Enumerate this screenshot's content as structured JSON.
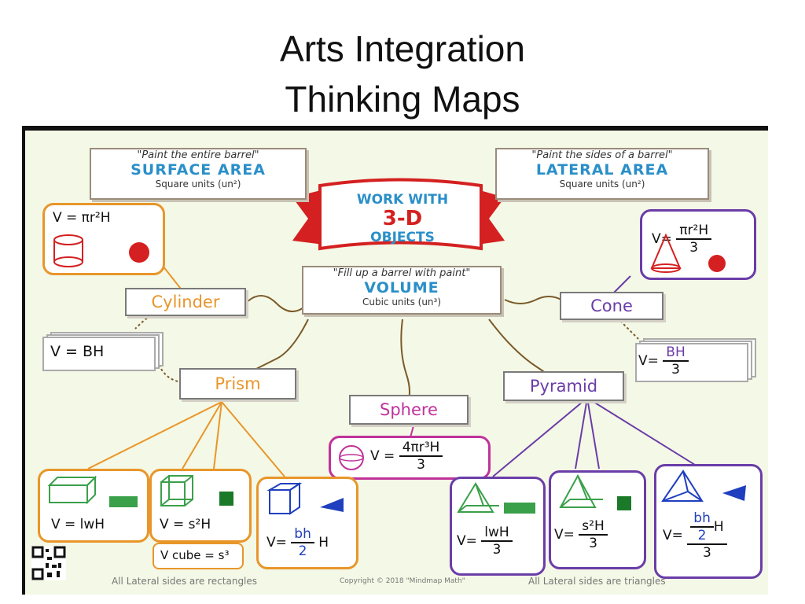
{
  "slide": {
    "title_line1": "Arts Integration",
    "title_line2": "Thinking Maps"
  },
  "center": {
    "line1": "WORK WITH",
    "line2": "3-D",
    "line3": "OBJECTS"
  },
  "surface_area": {
    "quote": "\"Paint the entire barrel\"",
    "title": "SURFACE AREA",
    "units": "Square units (un²)"
  },
  "lateral_area": {
    "quote": "\"Paint the sides of a barrel\"",
    "title": "LATERAL AREA",
    "units": "Square units (un²)"
  },
  "volume": {
    "quote": "\"Fill up a barrel with paint\"",
    "title": "VOLUME",
    "units": "Cubic units (un³)"
  },
  "cylinder": {
    "label": "Cylinder",
    "formula": "V = πr²H"
  },
  "cone": {
    "label": "Cone",
    "formula_lhs": "V=",
    "formula_num": "πr²H",
    "formula_den": "3"
  },
  "prism": {
    "label": "Prism",
    "card_formula": "V = BH",
    "rect_formula": "V = lwH",
    "cube_formula": "V = s²H",
    "cube_extra": "V cube = s³",
    "tri_lhs": "V=",
    "tri_num": "bh",
    "tri_den": "2",
    "tri_tail": "H",
    "footer": "All Lateral sides are rectangles"
  },
  "sphere": {
    "label": "Sphere",
    "formula_lhs": "V =",
    "formula_num": "4πr³H",
    "formula_den": "3"
  },
  "pyramid": {
    "label": "Pyramid",
    "card_lhs": "V=",
    "card_num": "BH",
    "card_den": "3",
    "rect_lhs": "V=",
    "rect_num": "lwH",
    "rect_den": "3",
    "sq_lhs": "V=",
    "sq_num": "s²H",
    "sq_den": "3",
    "tri_lhs": "V=",
    "tri_num": "bh",
    "tri_num_den": "2",
    "tri_tail": "H",
    "tri_den": "3",
    "footer": "All Lateral sides are triangles"
  },
  "copyright": "Copyright © 2018 \"Mindmap Math\"",
  "colors": {
    "orange": "#e8962a",
    "purple": "#6a3da8",
    "red": "#d42020",
    "green": "#3aa04a",
    "blue": "#1f3fbf",
    "magenta": "#c0329a",
    "brown": "#7a5a2a"
  }
}
